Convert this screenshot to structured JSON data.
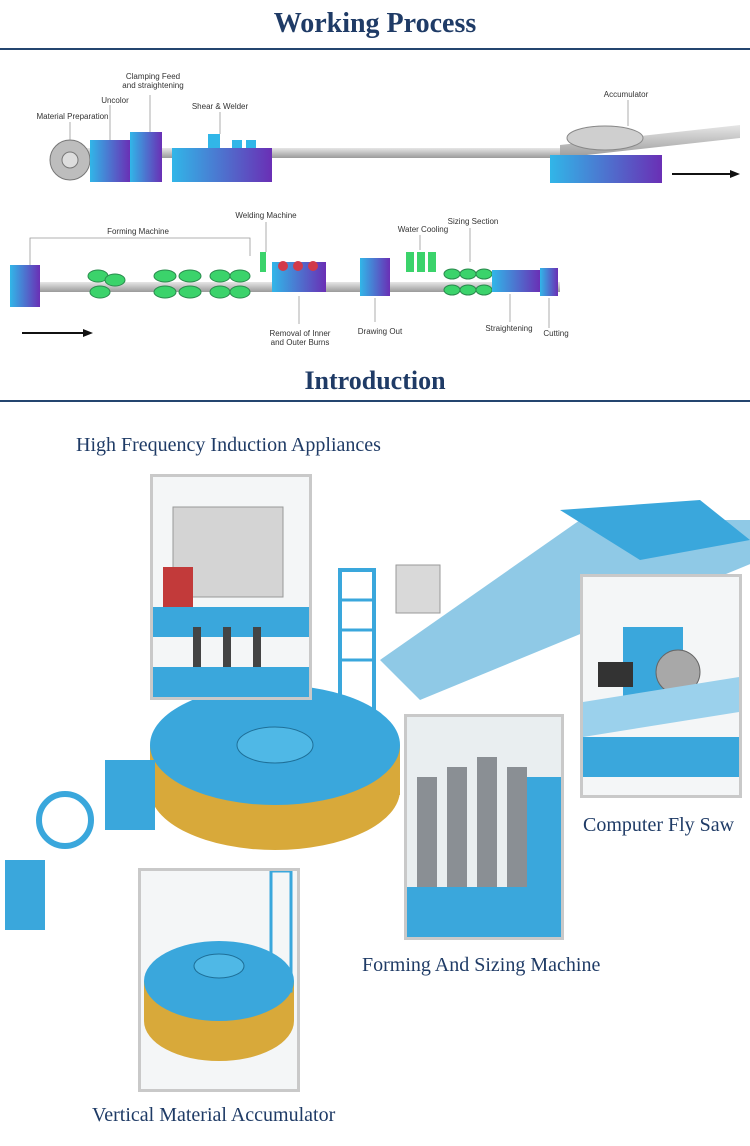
{
  "sections": {
    "working_process": "Working Process",
    "introduction": "Introduction"
  },
  "process": {
    "row1": {
      "material_preparation": "Material Preparation",
      "uncolor": "Uncolor",
      "clamping_feed": "Clamping Feed\nand straightening",
      "shear_welder": "Shear & Welder",
      "accumulator": "Accumulator"
    },
    "row2": {
      "forming_machine": "Forming Machine",
      "welding_machine": "Welding Machine",
      "water_cooling": "Water Cooling",
      "sizing_section": "Sizing Section",
      "removal_burns": "Removal of Inner\nand Outer Burns",
      "drawing_out": "Drawing Out",
      "straightening": "Straightening",
      "cutting": "Cutting"
    }
  },
  "captions": {
    "high_frequency": "High Frequency Induction Appliances",
    "fly_saw": "Computer Fly Saw",
    "forming_sizing": "Forming And Sizing Machine",
    "vertical_accumulator": "Vertical Material Accumulator"
  },
  "colors": {
    "heading": "#1f3b66",
    "machine_blue": "#3aa7dc",
    "machine_purple": "#6a2fb5",
    "roller_green": "#3bd36b",
    "drum_yellow": "#d8a93a"
  }
}
